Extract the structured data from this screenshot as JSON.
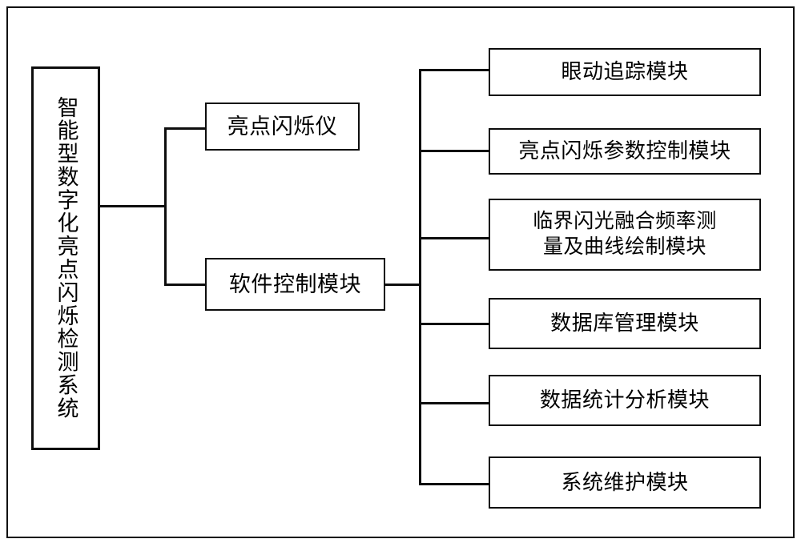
{
  "diagram": {
    "type": "hierarchy-block-diagram",
    "orientation": "left-to-right",
    "frame": {
      "has_outer_border": true,
      "border_color": "#111111"
    },
    "colors": {
      "background": "#ffffff",
      "box_border": "#0d0d0d",
      "connector": "#0d0d0d",
      "text": "#000000"
    },
    "root": {
      "id": "root",
      "label": "智能型数字化亮点闪烁检测系统",
      "text_direction": "vertical"
    },
    "level2": [
      {
        "id": "device",
        "label": "亮点闪烁仪"
      },
      {
        "id": "software",
        "label": "软件控制模块"
      }
    ],
    "level3": [
      {
        "id": "eye",
        "label": "眼动追踪模块"
      },
      {
        "id": "param",
        "label": "亮点闪烁参数控制模块"
      },
      {
        "id": "cff",
        "label": "临界闪光融合频率测\n量及曲线绘制模块"
      },
      {
        "id": "db",
        "label": "数据库管理模块"
      },
      {
        "id": "stats",
        "label": "数据统计分析模块"
      },
      {
        "id": "maintain",
        "label": "系统维护模块"
      }
    ],
    "edges": [
      {
        "from": "root",
        "to": "device"
      },
      {
        "from": "root",
        "to": "software"
      },
      {
        "from": "software",
        "to": "eye"
      },
      {
        "from": "software",
        "to": "param"
      },
      {
        "from": "software",
        "to": "cff"
      },
      {
        "from": "software",
        "to": "db"
      },
      {
        "from": "software",
        "to": "stats"
      },
      {
        "from": "software",
        "to": "maintain"
      }
    ]
  }
}
